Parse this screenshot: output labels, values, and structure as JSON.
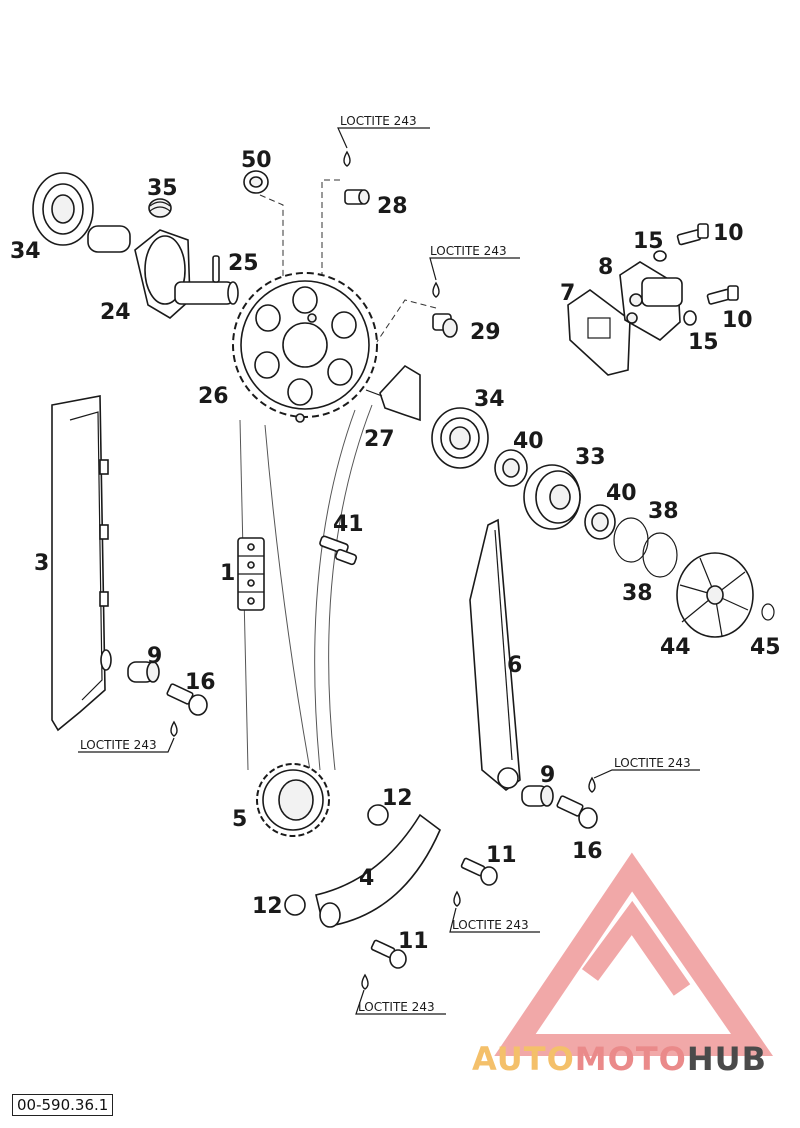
{
  "diagram": {
    "callouts": {
      "p50": "50",
      "p35": "35",
      "p34a": "34",
      "p28": "28",
      "p25": "25",
      "p24": "24",
      "p15a": "15",
      "p10a": "10",
      "p8": "8",
      "p7": "7",
      "p10b": "10",
      "p15b": "15",
      "p29": "29",
      "p26": "26",
      "p34b": "34",
      "p27": "27",
      "p40a": "40",
      "p33": "33",
      "p40b": "40",
      "p38a": "38",
      "p38b": "38",
      "p41": "41",
      "p3": "3",
      "p1": "1",
      "p6": "6",
      "p44": "44",
      "p45": "45",
      "p9a": "9",
      "p16a": "16",
      "p5": "5",
      "p12a": "12",
      "p9b": "9",
      "p16b": "16",
      "p11a": "11",
      "p4": "4",
      "p12b": "12",
      "p11b": "11"
    },
    "notes": {
      "loctite_1": "LOCTITE 243",
      "loctite_2": "LOCTITE 243",
      "loctite_3": "LOCTITE 243",
      "loctite_4": "LOCTITE 243",
      "loctite_5": "LOCTITE 243",
      "loctite_6": "LOCTITE 243"
    }
  },
  "footer": {
    "doc_code": "00-590.36.1"
  },
  "watermark": {
    "brand_part1": "AUTO",
    "brand_part2": "MOTO",
    "brand_part3": "HUB",
    "colors": {
      "auto": "#f4c06a",
      "moto": "#ea8a8a",
      "hub": "#4a4a4a",
      "triangle": "#ef9a9a"
    }
  }
}
